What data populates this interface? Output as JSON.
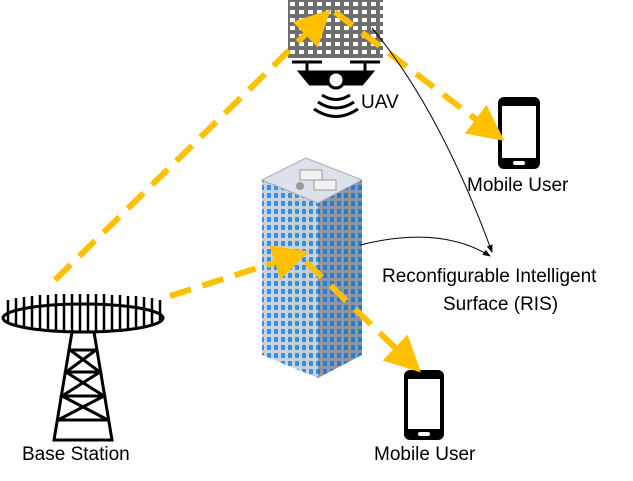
{
  "labels": {
    "uav": "UAV",
    "mobile_user_top": "Mobile User",
    "ris_line1": "Reconfigurable Intelligent",
    "ris_line2": "Surface (RIS)",
    "base_station": "Base Station",
    "mobile_user_bottom": "Mobile User"
  },
  "colors": {
    "signal": "#FFC000",
    "building_window": "#3A8EE6",
    "ris_panel": "#6E6E6E"
  }
}
